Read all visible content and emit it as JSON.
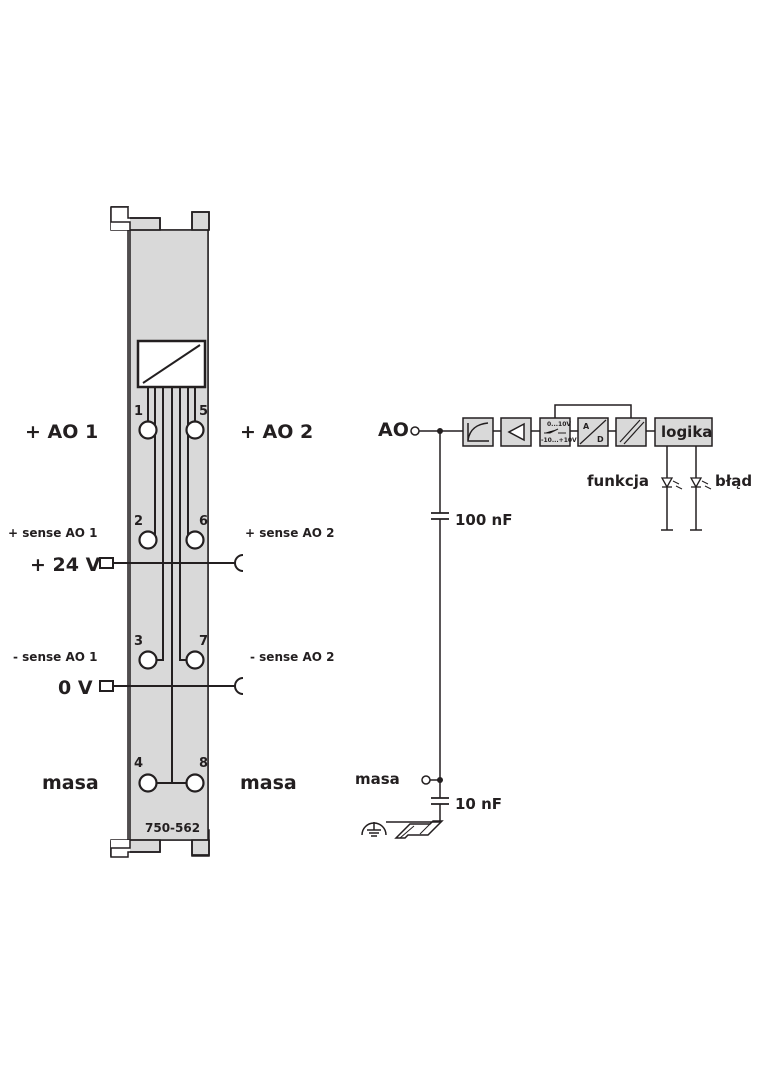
{
  "module": {
    "part_number": "750-562",
    "left_labels": {
      "ao1": "+ AO 1",
      "sense_ao1_plus": "+ sense AO 1",
      "v24": "+ 24 V",
      "sense_ao1_minus": "- sense AO 1",
      "v0": "0 V",
      "ground": "masa"
    },
    "right_labels": {
      "ao2": "+ AO 2",
      "sense_ao2_plus": "+ sense AO 2",
      "sense_ao2_minus": "- sense AO 2",
      "ground": "masa"
    },
    "pins": [
      "1",
      "2",
      "3",
      "4",
      "5",
      "6",
      "7",
      "8"
    ]
  },
  "circuit": {
    "ao_label": "AO",
    "ground_label": "masa",
    "cap1": "100 nF",
    "cap2": "10 nF",
    "switch_top": "0...10V",
    "switch_bottom": "-10...+10V",
    "adc_a": "A",
    "adc_d": "D",
    "logic": "logika",
    "led_function": "funkcja",
    "led_error": "błąd"
  },
  "colors": {
    "line": "#231f20",
    "module_fill": "#d9d9d9",
    "background": "#ffffff"
  }
}
